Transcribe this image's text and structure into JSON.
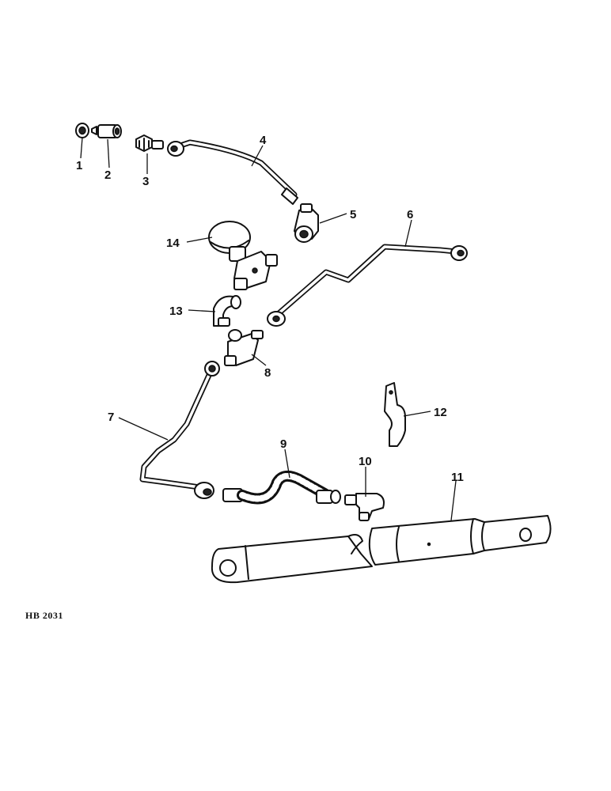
{
  "figure_ref": "HB 2031",
  "callouts": {
    "c1": "1",
    "c2": "2",
    "c3": "3",
    "c4": "4",
    "c5": "5",
    "c6": "6",
    "c7": "7",
    "c8": "8",
    "c9": "9",
    "c10": "10",
    "c11": "11",
    "c12": "12",
    "c13": "13",
    "c14": "14"
  }
}
